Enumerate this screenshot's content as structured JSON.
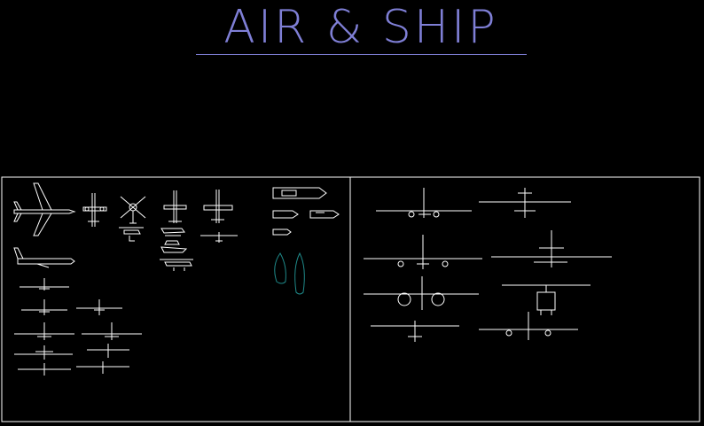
{
  "drawing": {
    "title": "AIR & SHIP",
    "colors": {
      "background": "#000000",
      "title": "#7f7fd6",
      "linework": "#ffffff",
      "boats_teal": "#1f8a8a"
    },
    "panels": [
      "left-panel",
      "right-panel"
    ],
    "left_panel": {
      "icons": [
        "airliner-top-view",
        "transport-plane-top-view",
        "helicopter-top-view",
        "light-plane-top-view",
        "high-wing-plane-top-view",
        "helicopter-side-view",
        "seaplane-side-view",
        "small-plane-side-view",
        "small-plane-front-view",
        "airliner-side-view",
        "jet-front-view",
        "speedboat-top-view",
        "dinghy-top-view",
        "motorboat-side-view",
        "small-boat-top-view",
        "canoe-top-view"
      ]
    },
    "right_panel": {
      "icons": [
        "airliner-front-view",
        "bizjet-front-view",
        "widebody-front-view",
        "trijet-front-view",
        "turboprop-front-view",
        "helicopter-front-view",
        "highwing-front-view",
        "twinprop-front-view"
      ]
    }
  }
}
